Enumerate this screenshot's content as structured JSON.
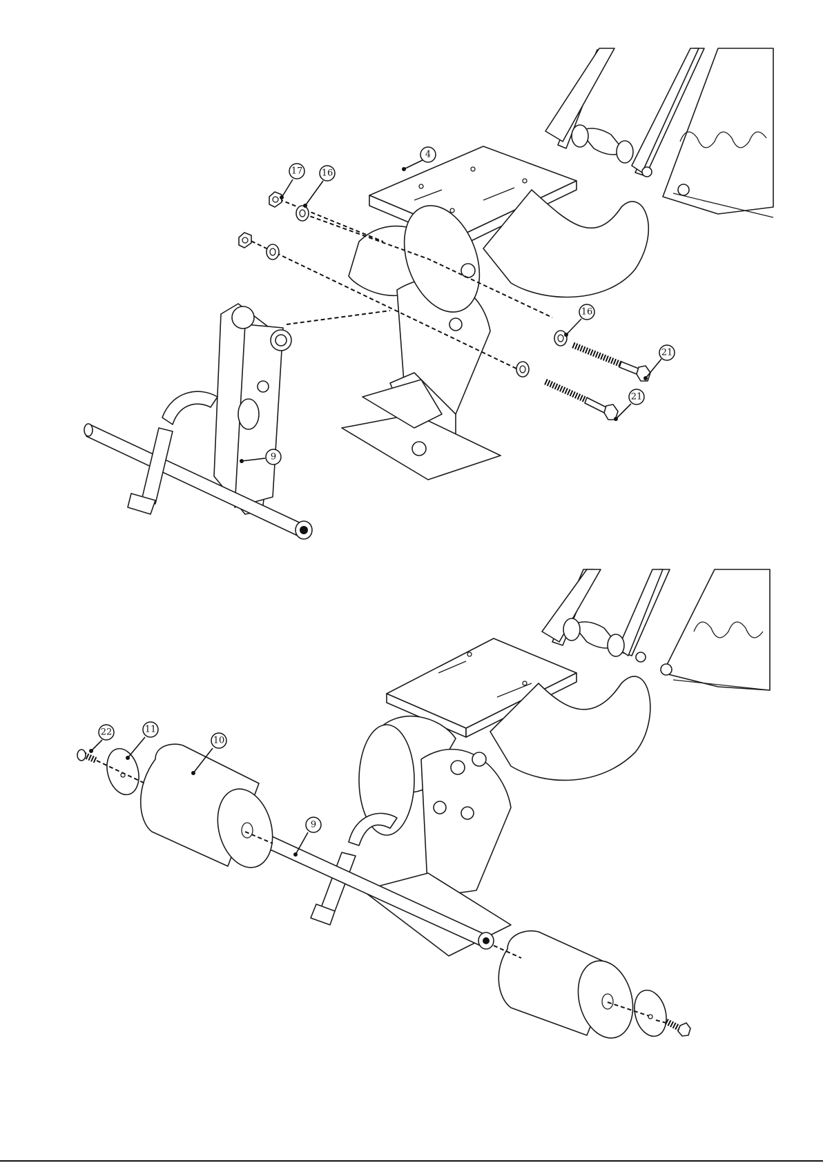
{
  "figures": [
    {
      "callouts": [
        {
          "id": "c-4-top",
          "label": "4"
        },
        {
          "id": "c-17-top",
          "label": "17"
        },
        {
          "id": "c-16-top",
          "label": "16"
        },
        {
          "id": "c-16-mid",
          "label": "16"
        },
        {
          "id": "c-21-a",
          "label": "21"
        },
        {
          "id": "c-21-b",
          "label": "21"
        },
        {
          "id": "c-9-top",
          "label": "9"
        }
      ]
    },
    {
      "callouts": [
        {
          "id": "c-22",
          "label": "22"
        },
        {
          "id": "c-11",
          "label": "11"
        },
        {
          "id": "c-10",
          "label": "10"
        },
        {
          "id": "c-9-bot",
          "label": "9"
        }
      ]
    }
  ]
}
